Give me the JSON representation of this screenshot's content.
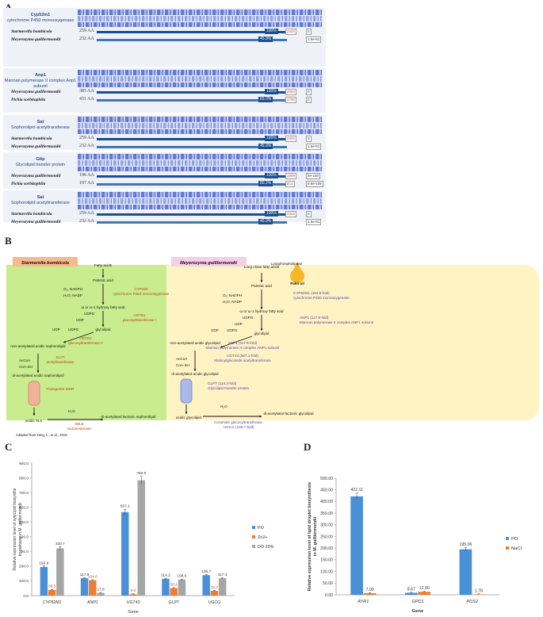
{
  "panel_letters": {
    "a": "A",
    "b": "B",
    "c": "C",
    "d": "D"
  },
  "panelA": {
    "blocks": [
      {
        "protein": "Cyp52m1",
        "desc": "cytochrome P450 monooxygenase",
        "rows": [
          {
            "org": "Starmerella bombicola",
            "aa": "259 AA",
            "pct": "100%",
            "t1": "2302",
            "t2": "0"
          },
          {
            "org": "Meyerozyma guilliermondii",
            "aa": "232 AA",
            "pct": "45.9%",
            "t1": "",
            "t2": "1.5e-61"
          }
        ]
      },
      {
        "protein": "Anp1",
        "desc": "Mannan polymerase II complex Anp1 subunit",
        "rows": [
          {
            "org": "Meyerozyma guilliermondii",
            "aa": "385 AA",
            "pct": "100%",
            "t1": "2094",
            "t2": "0"
          },
          {
            "org": "Pichia sorbitophila",
            "aa": "431 AA",
            "pct": "83.0%",
            "t1": "1780",
            "t2": "0"
          }
        ]
      },
      {
        "protein": "Sat",
        "desc": "Sophorolipid acetyltransferase",
        "rows": [
          {
            "org": "Starmerella bombicola",
            "aa": "259 AA",
            "pct": "100%",
            "t1": "2302",
            "t2": "0"
          },
          {
            "org": "Meyerozyma guilliermondii",
            "aa": "232 AA",
            "pct": "45.9%",
            "t1": "",
            "t2": "1.5e-61"
          }
        ]
      },
      {
        "protein": "Gltp",
        "desc": "Glycolipid transfer protein",
        "rows": [
          {
            "org": "Meyerozyma guilliermondii",
            "aa": "196 AA",
            "pct": "100%",
            "t1": "1089",
            "t2": "9e-150"
          },
          {
            "org": "Pichia sorbitophila",
            "aa": "197 AA",
            "pct": "80.2%",
            "t1": "814",
            "t2": "9.8e-109"
          }
        ]
      },
      {
        "protein": "Sat",
        "desc": "Sophorolipid acetyltransferase",
        "rows": [
          {
            "org": "Starmerella bombicola",
            "aa": "259 AA",
            "pct": "100%",
            "t1": "2302",
            "t2": "0"
          },
          {
            "org": "Meyerozyma guilliermondii",
            "aa": "232 AA",
            "pct": "45.9%",
            "t1": "",
            "t2": "1.5e-61"
          }
        ]
      }
    ]
  },
  "panelB": {
    "left_title": "Starmerella bombicola",
    "right_title": "Meyerozyma guilliermondii",
    "palm_oil": "Palm oil",
    "left": {
      "fatty_acids": "Fatty acids",
      "palmitic": "Palmitic acid",
      "cofactors1": "O₂, NADPH",
      "cofactors2": "H₂O, NADP",
      "enzyme1": "CYP450",
      "enzyme1_desc": "cytochrome P450 monooxygenase",
      "hydroxy": "ω or ω-1 hydroxy fatty acid",
      "udpg": "UDPG",
      "udp": "UDP",
      "enzyme2": "UGTB1",
      "enzyme2_desc": "glucosyltransferase I",
      "glycolipid": "glycolipid",
      "enzyme3": "UGTB2",
      "enzyme3_desc": "glucosyltransferase II",
      "nonacetyl": "non-acetylated acidic sophorolipid",
      "acoa": "AcCoA",
      "coash": "CoA-SH",
      "enzyme4": "SLAT",
      "enzyme4_desc": "acetyltransferase",
      "diacetyl": "di-acetylated acidic sophorolipid",
      "transporter": "Transporter MDR",
      "h2o": "H₂O",
      "acidic": "acidic SLs",
      "enzyme5": "SBLE",
      "enzyme5_desc": "lactonesterase",
      "lactonic": "di-acetylated lactonic sophorolipid",
      "source": "Adapted from Yang, L., et al., 2019"
    },
    "right": {
      "long_chain": "Long chain fatty acids",
      "lipase": "Lysophospholipase",
      "palmitic": "Palmitic acid",
      "cofactors1": "O₂, NADPH",
      "cofactors2": "H₂O, NADP",
      "enzyme1": "CYP52M1 (193.9-fold)",
      "enzyme1_desc": "cytochrome P450 monooxygenase",
      "hydroxy": "ω or ω-1 hydroxy fatty acid",
      "udpg": "UDPG",
      "udp": "UDP",
      "enzyme2": "ANP1 (117.8-fold)",
      "enzyme2_desc": "Mannan polymerase II complex ANP1 subunit",
      "glycolipid": "glycolipid",
      "nonacetyl": "non-acetylated acidic glycolipid",
      "enzyme3": "ANP1 (117.8-fold)",
      "enzyme3_desc": "Mannan polymerase II complex ANP1 subunit",
      "enzyme3b": "UGT43 (567.1-fold)",
      "enzyme3b_desc": "Malonylglucoside acetyltransferase",
      "acoa": "AcCoA",
      "coash": "CoA-SH",
      "diacetyl": "di-acetylated acidic glycolipid",
      "enzyme4": "GLPT (114.2-fold)",
      "enzyme4_desc": "Glycolipid transfer protein",
      "h2o": "H₂O",
      "acidic": "acidic glycolipid",
      "enzyme5": "Ceramide glucosyltransferase",
      "enzyme5b": "UGCG (138.7-fold)",
      "lactonic": "di-acetylated lactonic glycolipid"
    }
  },
  "chart_data": [
    {
      "type": "bar",
      "panel": "C",
      "categories": [
        "CYP52M1",
        "ANP1",
        "UGT43",
        "GLPT",
        "UGCG"
      ],
      "series": [
        {
          "name": "PO",
          "values": [
            193.9,
            117.8,
            567.1,
            114.2,
            138.7
          ],
          "color": "#4a90d9"
        },
        {
          "name": "Zn2+",
          "values": [
            38.5,
            104.0,
            9.0,
            50.4,
            32.2
          ],
          "color": "#ed7d31"
        },
        {
          "name": "DO 20%",
          "values": [
            320.7,
            17.8,
            783.5,
            108.5,
            117.4
          ],
          "color": "#a5a5a5"
        }
      ],
      "labels": [
        [
          "193.9",
          "117.8",
          "567.1",
          "114.2",
          "138.7"
        ],
        [
          "38.5",
          "104.0",
          "9.0",
          "50.4",
          "32.2"
        ],
        [
          "320.7",
          "17.8",
          "783.5",
          "108.5",
          "117.4"
        ]
      ],
      "xlabel": "Gene",
      "ylabel": "Relative expression level of sylycipid biosynthetic pathway in M. guilliermondii",
      "ylim": [
        0,
        900
      ],
      "yticks": [
        "0.0",
        "100.0",
        "200.0",
        "300.0",
        "400.0",
        "500.0",
        "600.0",
        "700.0",
        "800.0",
        "900.0"
      ],
      "legend": "right"
    },
    {
      "type": "bar",
      "panel": "D",
      "categories": [
        "AYR1",
        "GPD1",
        "PDS2"
      ],
      "series": [
        {
          "name": "PO",
          "values": [
            422.11,
            8.67,
            195.06
          ],
          "color": "#4a90d9"
        },
        {
          "name": "NaCl",
          "values": [
            7.0,
            12.9,
            1.78
          ],
          "color": "#ed7d31"
        }
      ],
      "labels": [
        [
          "422.11",
          "8.67",
          "195.06"
        ],
        [
          "7.00",
          "12.90",
          "1.78"
        ]
      ],
      "xlabel": "Gene",
      "ylabel": "Relative expression level of lipid droplet biosynthesis in M. guilliermondii",
      "ylim": [
        0,
        500
      ],
      "yticks": [
        "0.00",
        "50.00",
        "100.00",
        "150.00",
        "200.00",
        "250.00",
        "300.00",
        "350.00",
        "400.00",
        "450.00",
        "500.00"
      ],
      "legend": "right"
    }
  ]
}
